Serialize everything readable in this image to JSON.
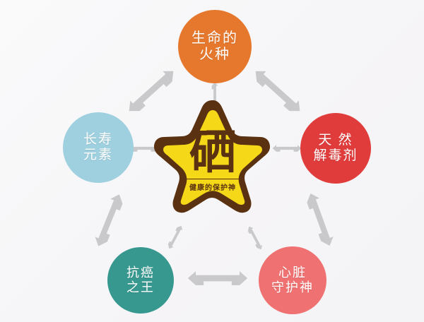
{
  "diagram": {
    "type": "radial-hub-and-spoke",
    "background_color": "#f8f7f9",
    "center": {
      "name": "selenium-emblem",
      "shape": "rounded-five-point-star",
      "fill_color": "#f5d818",
      "border_color": "#5a3211",
      "main_label": "硒",
      "divider": true,
      "sub_label": "健康的保护神"
    },
    "nodes": [
      {
        "id": "life",
        "label_lines": [
          "生命的",
          "火种"
        ],
        "color": "#e5782c",
        "text_color": "#ffffff",
        "position": "top"
      },
      {
        "id": "detox",
        "label_lines": [
          "天 然",
          "解毒剂"
        ],
        "color": "#e03c3c",
        "text_color": "#ffffff",
        "position": "right"
      },
      {
        "id": "heart",
        "label_lines": [
          "心脏",
          "守护神"
        ],
        "color": "#ef7171",
        "text_color": "#ffffff",
        "position": "bottom-right"
      },
      {
        "id": "cancer",
        "label_lines": [
          "抗癌",
          "之王"
        ],
        "color": "#379890",
        "text_color": "#ffffff",
        "position": "bottom-left"
      },
      {
        "id": "longevity",
        "label_lines": [
          "长寿",
          "元素"
        ],
        "color": "#9fd0df",
        "text_color": "#ffffff",
        "position": "left"
      }
    ],
    "connectors": {
      "style": "double-headed-arrow",
      "color": "#c9c9cb",
      "spoke_count": 5,
      "ring_count": 5,
      "description": "Five short double-headed arrows link each outer circle to the central star; five longer double-headed arrows link adjacent outer circles around the ring."
    }
  }
}
